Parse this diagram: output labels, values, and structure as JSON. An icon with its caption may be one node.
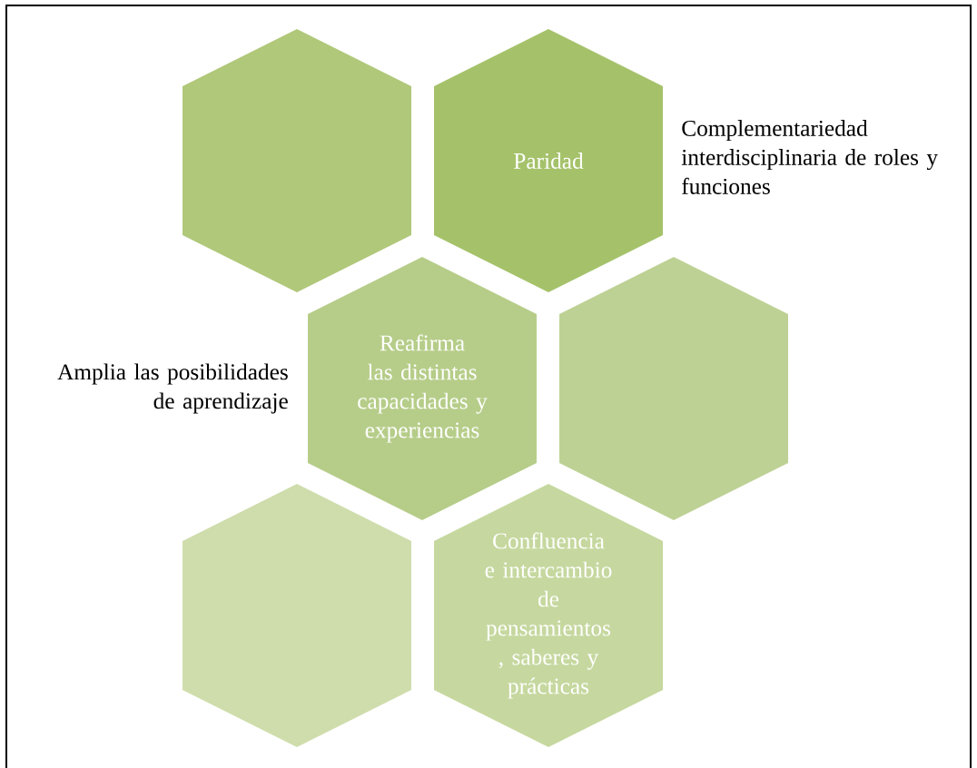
{
  "diagram": {
    "nodes": [
      {
        "text": [],
        "shape": "hexagon"
      },
      {
        "text": [
          "Paridad"
        ]
      },
      {
        "text": [
          "Reafirma las distintas capacidades y experiencias"
        ]
      },
      {
        "text": [],
        "shape": "hexagon"
      },
      {
        "text": [],
        "shape": "hexagon"
      },
      {
        "text": [
          "Confluencia e intercambio de pensamientos , saberes y prácticas"
        ]
      }
    ],
    "labels": [
      "Complementariedad interdisciplinaria de roles y funciones",
      "Amplia las posibilidades de aprendizaje"
    ]
  }
}
